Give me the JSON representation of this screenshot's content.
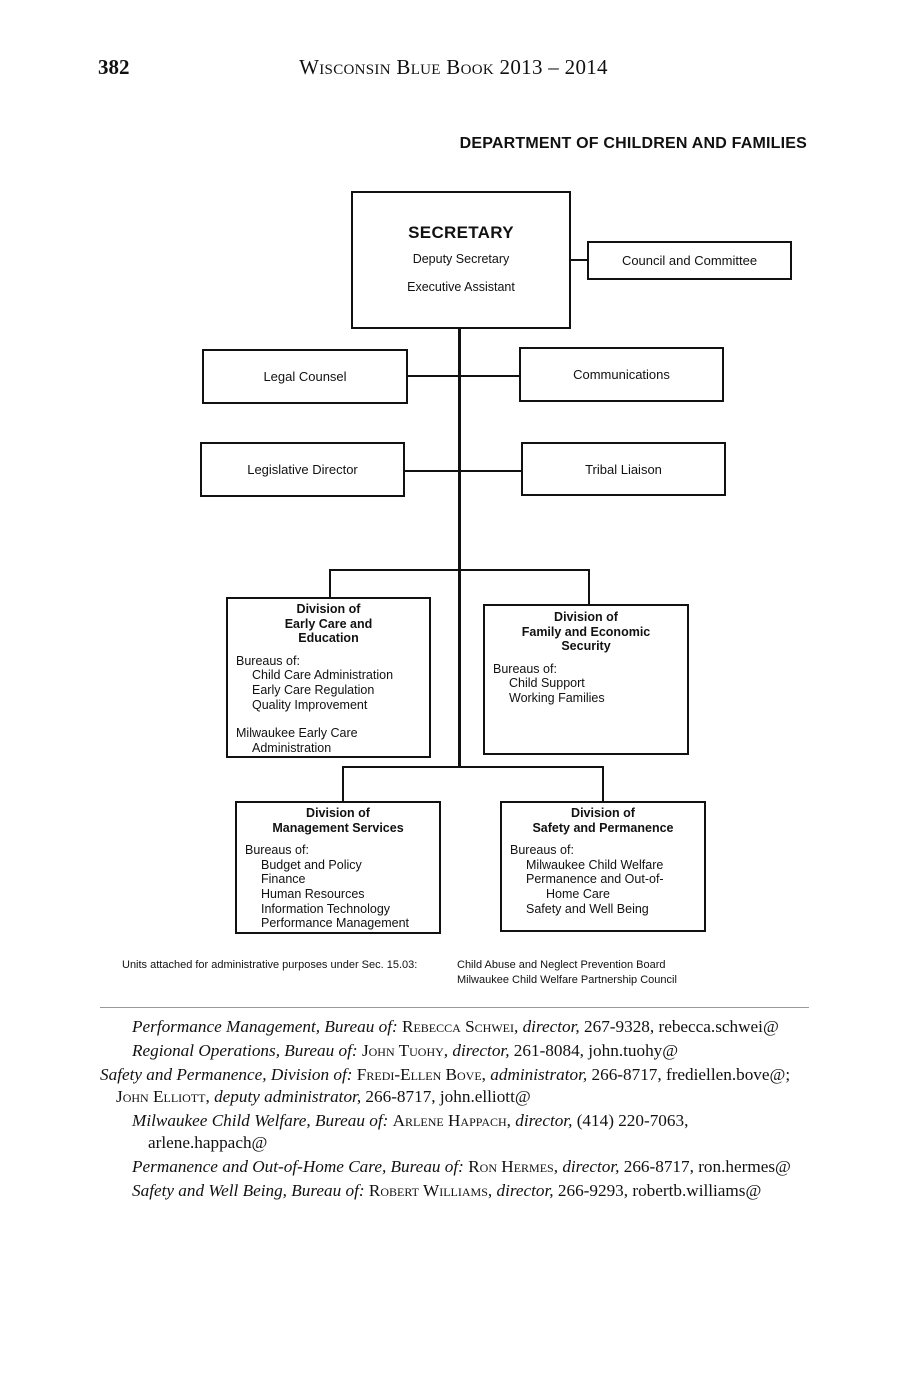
{
  "header": {
    "page_number": "382",
    "running_head": "Wisconsin Blue Book 2013 – 2014"
  },
  "chart": {
    "title": "DEPARTMENT OF CHILDREN AND FAMILIES",
    "secretary": {
      "title": "SECRETARY",
      "line1": "Deputy Secretary",
      "line2": "Executive Assistant"
    },
    "council": "Council and Committee",
    "legal_counsel": "Legal Counsel",
    "communications": "Communications",
    "legislative_director": "Legislative Director",
    "tribal_liaison": "Tribal Liaison",
    "early_care": {
      "head": [
        "Division of",
        "Early Care and",
        "Education"
      ],
      "bureaus_label": "Bureaus of:",
      "bureaus": [
        "Child Care Administration",
        "Early Care Regulation",
        "Quality Improvement"
      ],
      "extra_1": "Milwaukee Early Care",
      "extra_2": "Administration"
    },
    "family_economic": {
      "head": [
        "Division of",
        "Family and Economic",
        "Security"
      ],
      "bureaus_label": "Bureaus of:",
      "bureaus": [
        "Child Support",
        "Working Families"
      ]
    },
    "management": {
      "head": [
        "Division of",
        "Management Services"
      ],
      "bureaus_label": "Bureaus of:",
      "bureaus": [
        "Budget and Policy",
        "Finance",
        "Human Resources",
        "Information Technology",
        "Performance Management"
      ]
    },
    "safety": {
      "head": [
        "Division of",
        "Safety and Permanence"
      ],
      "bureaus_label": "Bureaus of:",
      "bureaus": [
        "Milwaukee Child Welfare",
        "Permanence and Out-of-"
      ],
      "bureau_cont": "Home Care",
      "bureau_last": "Safety and Well Being"
    },
    "attached_label": "Units attached for administrative purposes under Sec. 15.03:",
    "attached_units": [
      "Child Abuse and Neglect Prevention Board",
      "Milwaukee Child Welfare Partnership Council"
    ]
  },
  "directory": [
    {
      "unit": "Performance Management, Bureau of:",
      "name": "Rebecca Schwei",
      "title": "director,",
      "rest": "267-9328, rebecca.schwei@"
    },
    {
      "unit": "Regional Operations, Bureau of:",
      "name": "John Tuohy",
      "title": "director,",
      "rest": "261-8084, john.tuohy@"
    },
    {
      "unit": "Safety and Permanence, Division of:",
      "name": "Fredi-Ellen Bove",
      "title": "administrator,",
      "rest": "266-8717, frediellen.bove@;",
      "name2": "John Elliott",
      "title2": "deputy administrator,",
      "rest2": "266-8717, john.elliott@"
    },
    {
      "unit": "Milwaukee Child Welfare, Bureau of:",
      "name": "Arlene Happach",
      "title": "director,",
      "rest": "(414) 220-7063, arlene.happach@"
    },
    {
      "unit": "Permanence and Out-of-Home Care, Bureau of:",
      "name": "Ron Hermes",
      "title": "director,",
      "rest": "266-8717, ron.hermes@"
    },
    {
      "unit": "Safety and Well Being, Bureau of:",
      "name": "Robert Williams",
      "title": "director,",
      "rest": "266-9293, robertb.williams@"
    }
  ]
}
